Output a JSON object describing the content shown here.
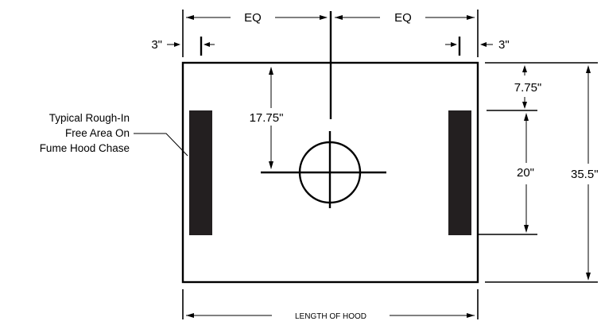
{
  "labels": {
    "eq_left": "EQ",
    "eq_right": "EQ",
    "offset_left": "3\"",
    "offset_right": "3\"",
    "top_gap": "7.75\"",
    "slot_height": "20\"",
    "overall_height": "35.5\"",
    "center_drop": "17.75\"",
    "length": "LENGTH OF HOOD",
    "callout_line1": "Typical Rough-In",
    "callout_line2": "Free Area On",
    "callout_line3": "Fume Hood Chase"
  },
  "colors": {
    "line": "#000000",
    "slot_fill": "#231f20",
    "background": "#ffffff"
  }
}
